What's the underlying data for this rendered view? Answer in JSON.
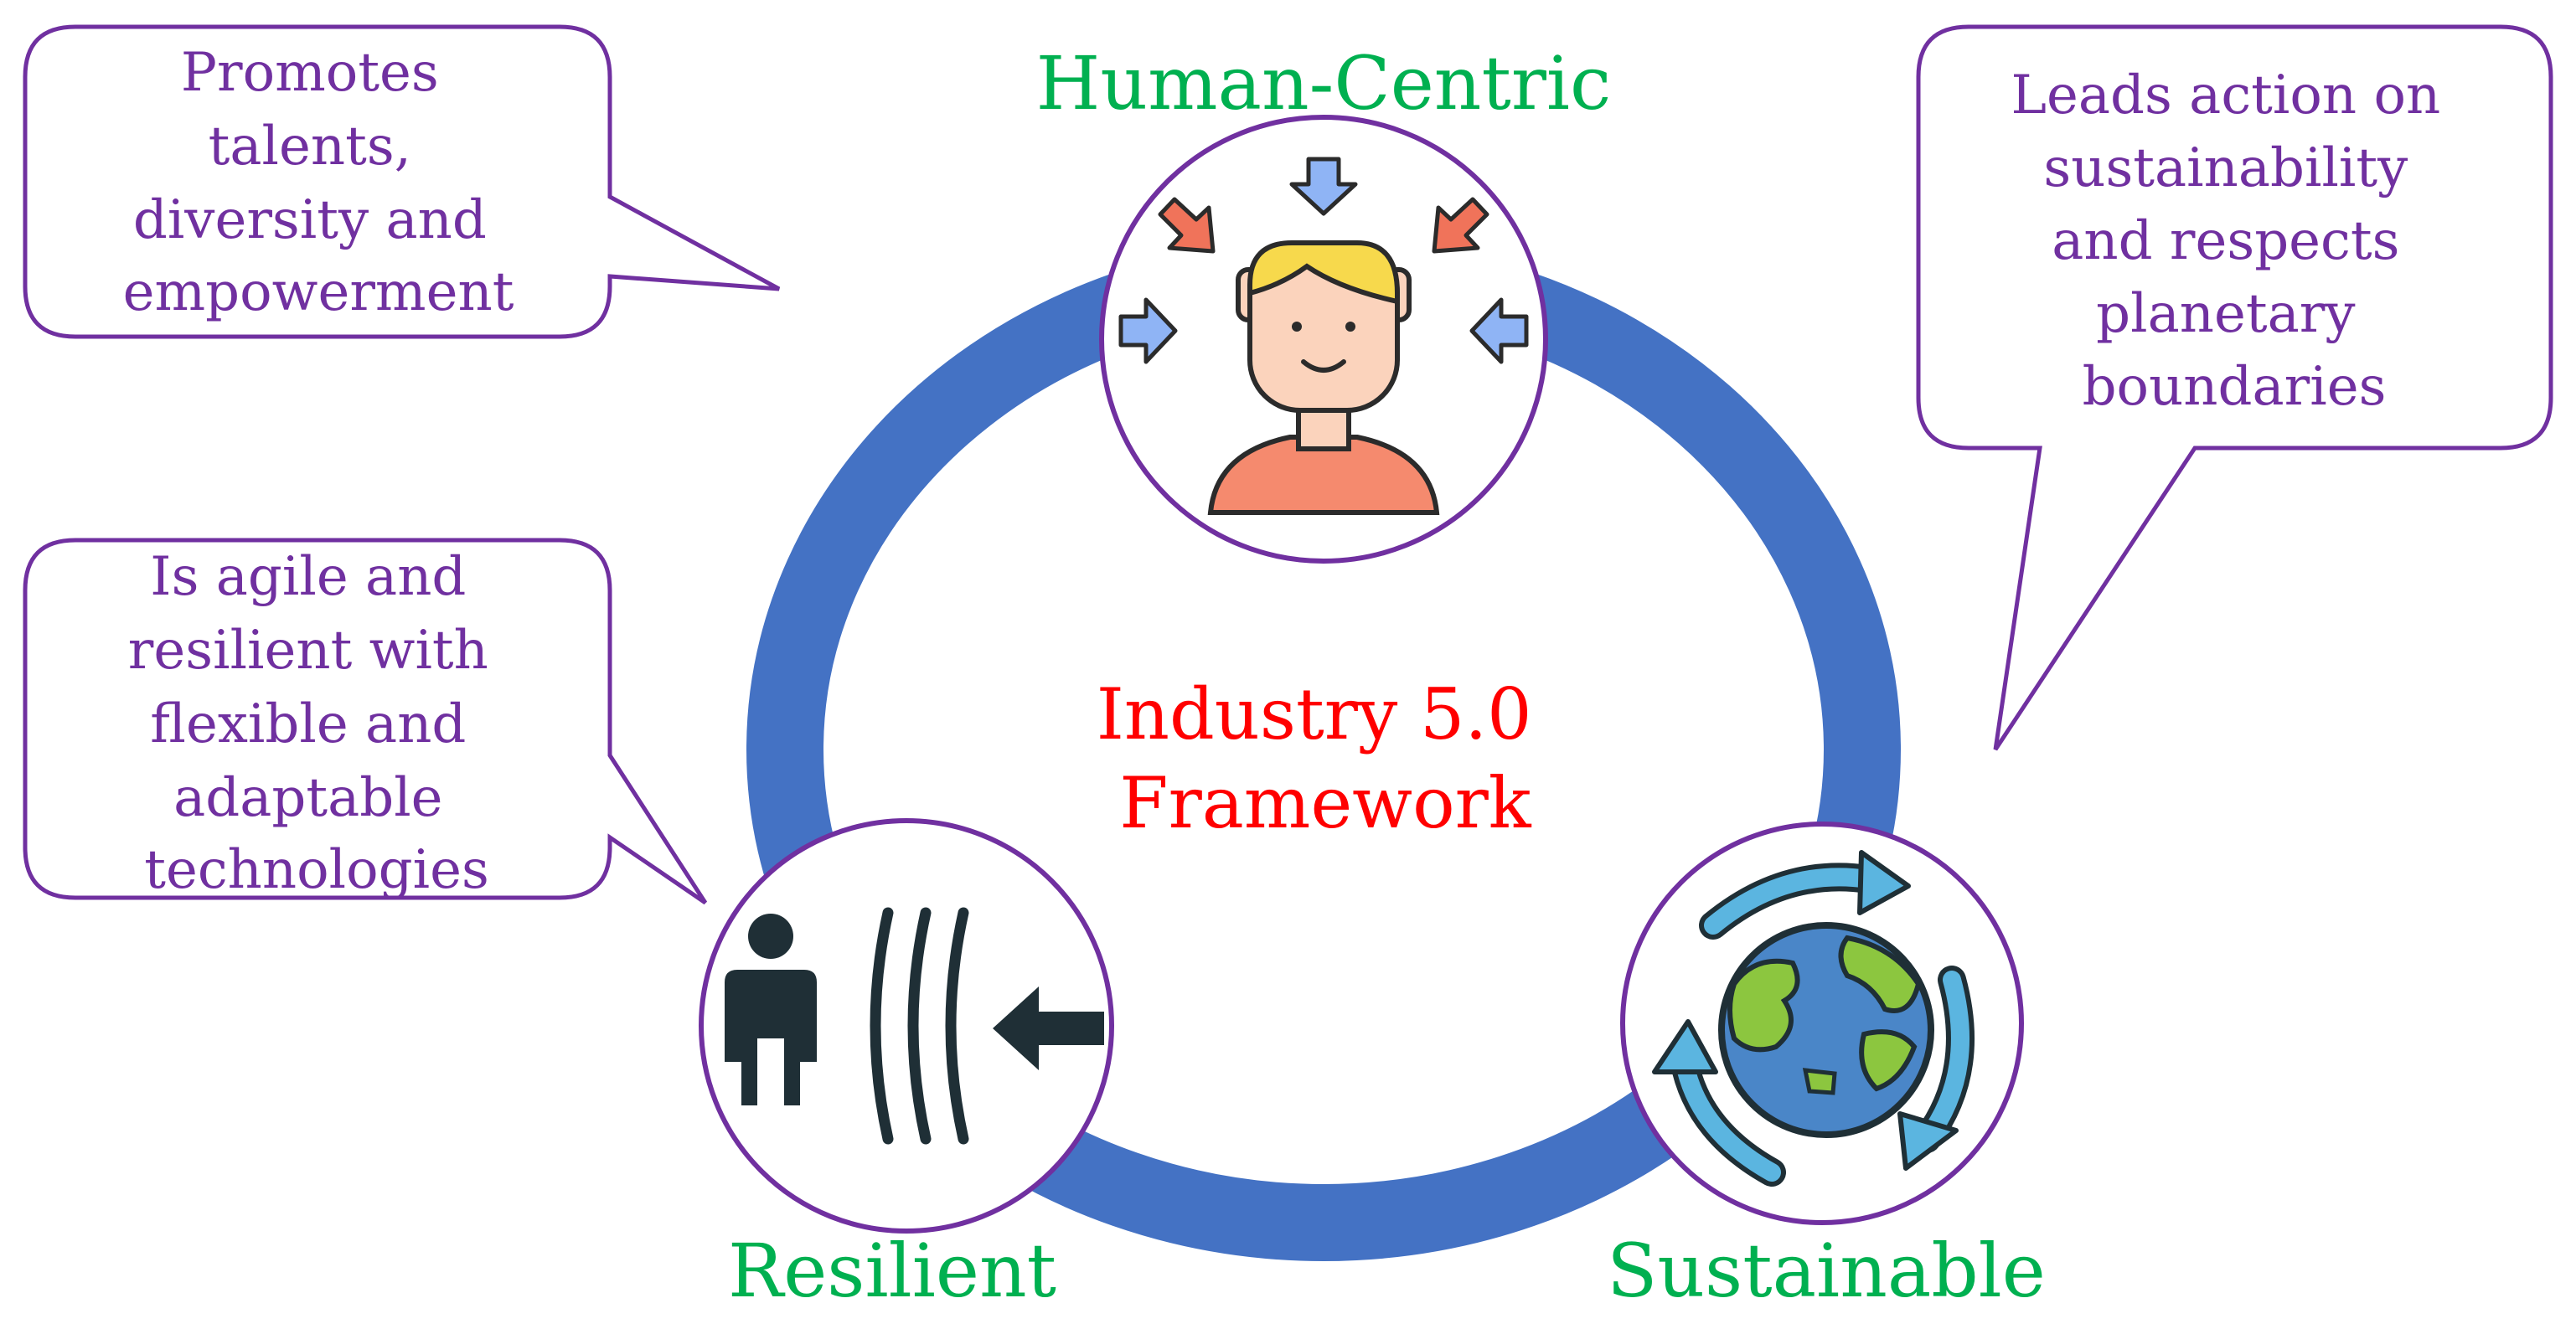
{
  "center": {
    "line1": "Industry 5.0",
    "line2": "Framework"
  },
  "pillars": {
    "human": {
      "label": "Human-Centric"
    },
    "resilient": {
      "label": "Resilient"
    },
    "sustainable": {
      "label": "Sustainable"
    }
  },
  "callouts": {
    "talents": {
      "lines": [
        "Promotes",
        "talents,",
        "diversity and",
        "empowerment"
      ]
    },
    "sustainability": {
      "lines": [
        "Leads action on",
        "sustainability",
        "and respects",
        "planetary",
        "boundaries"
      ]
    },
    "agile": {
      "lines": [
        "Is agile and",
        "resilient with",
        "flexible and",
        "adaptable",
        "technologies"
      ]
    }
  },
  "colors": {
    "ring": "#4472C4",
    "callout_border": "#7030A0",
    "callout_text": "#7030A0",
    "pillar_label": "#00B050",
    "center_text": "#FF0000",
    "icon_dark": "#1F2F36",
    "skin": "#FBD3BC",
    "hair": "#F7D94C",
    "shirt": "#F58A6E",
    "arrow_blue": "#8FB4F5",
    "arrow_red": "#F0735A",
    "globe_blue": "#4A86C8",
    "globe_green": "#8CC63F",
    "cycle_arrow": "#5BB5E0"
  }
}
